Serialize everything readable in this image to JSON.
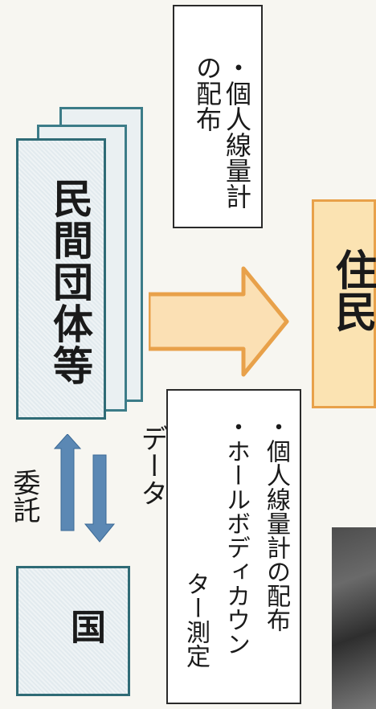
{
  "nodes": {
    "kuni": "国",
    "minkan": "民間団体等",
    "jumin": "住民"
  },
  "arrows": {
    "itaku": "委託",
    "data": "データ"
  },
  "boxes": {
    "top": [
      "・個人線量計",
      "の配布"
    ],
    "bottom": [
      "・個人線量計の配布",
      "・ホールボディカウン",
      "ター測定"
    ]
  },
  "colors": {
    "card_border": "#2f6b76",
    "card_fill": "#e6edf0",
    "arrow_blue": "#5b88b4",
    "arrow_orange": "#e8a14a",
    "resident_fill": "#fbe3b2"
  }
}
